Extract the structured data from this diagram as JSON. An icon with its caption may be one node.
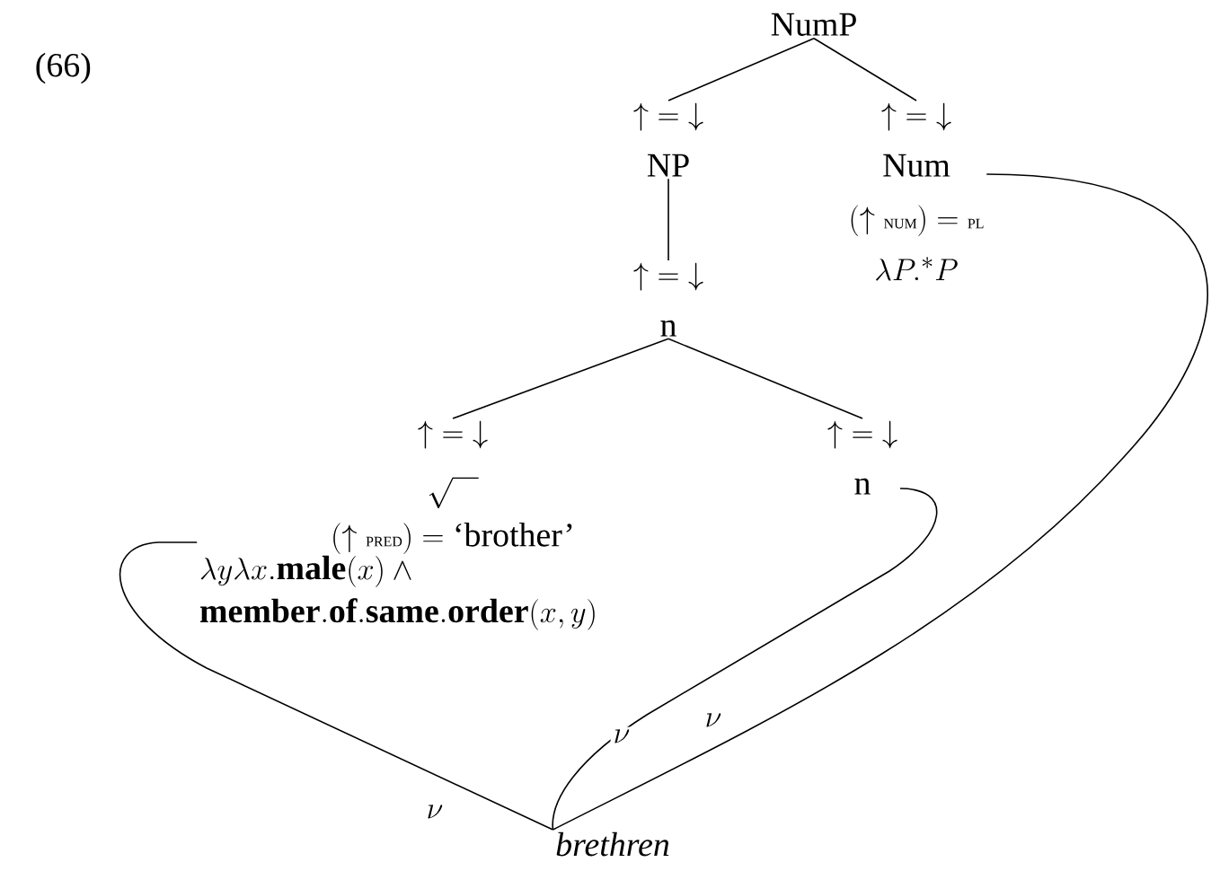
{
  "diagram": {
    "nodes": [
      {
        "text": [
          "NumP"
        ]
      },
      {
        "text": [
          "\\uparrow\\;=\\;\\downarrow",
          "NP"
        ]
      },
      {
        "text": [
          "\\uparrow\\;=\\;\\downarrow",
          "Num",
          "(\\uparrow \\text{\\footnotesize NUM}) = \\text{\\footnotesize PL}",
          "\\lambda P.{}^{*}P"
        ]
      },
      {
        "text": [
          "\\uparrow\\;=\\;\\downarrow",
          "n"
        ]
      },
      {
        "text": [
          "\\uparrow\\;=\\;\\downarrow",
          "\\sqrt{\\;\\;\\;}",
          "(\\uparrow \\text{\\footnotesize PRED}) = \\text{`brother'}",
          "\\lambda y \\lambda x.\\mathbf{male}(x)\\wedge \\mathbf{member.of.same.order}(x,y)"
        ]
      },
      {
        "text": [
          "\\uparrow\\;=\\;\\downarrow",
          "n"
        ]
      },
      {
        "text": [
          "brethren"
        ]
      }
    ],
    "edges": [
      {
        "from": 0,
        "to": 1,
        "arrow": "none"
      },
      {
        "from": 0,
        "to": 2,
        "arrow": "none"
      },
      {
        "from": 1,
        "to": 3,
        "arrow": "none"
      },
      {
        "from": 3,
        "to": 4,
        "arrow": "none"
      },
      {
        "from": 3,
        "to": 5,
        "arrow": "none"
      },
      {
        "from": 2,
        "to": 6,
        "arrow": "none",
        "label": "\\nu"
      },
      {
        "from": 5,
        "to": 6,
        "arrow": "none",
        "label": "\\nu"
      },
      {
        "from": 4,
        "to": 6,
        "arrow": "none",
        "label": "\\nu"
      }
    ],
    "labels": [
      "(66)"
    ]
  }
}
